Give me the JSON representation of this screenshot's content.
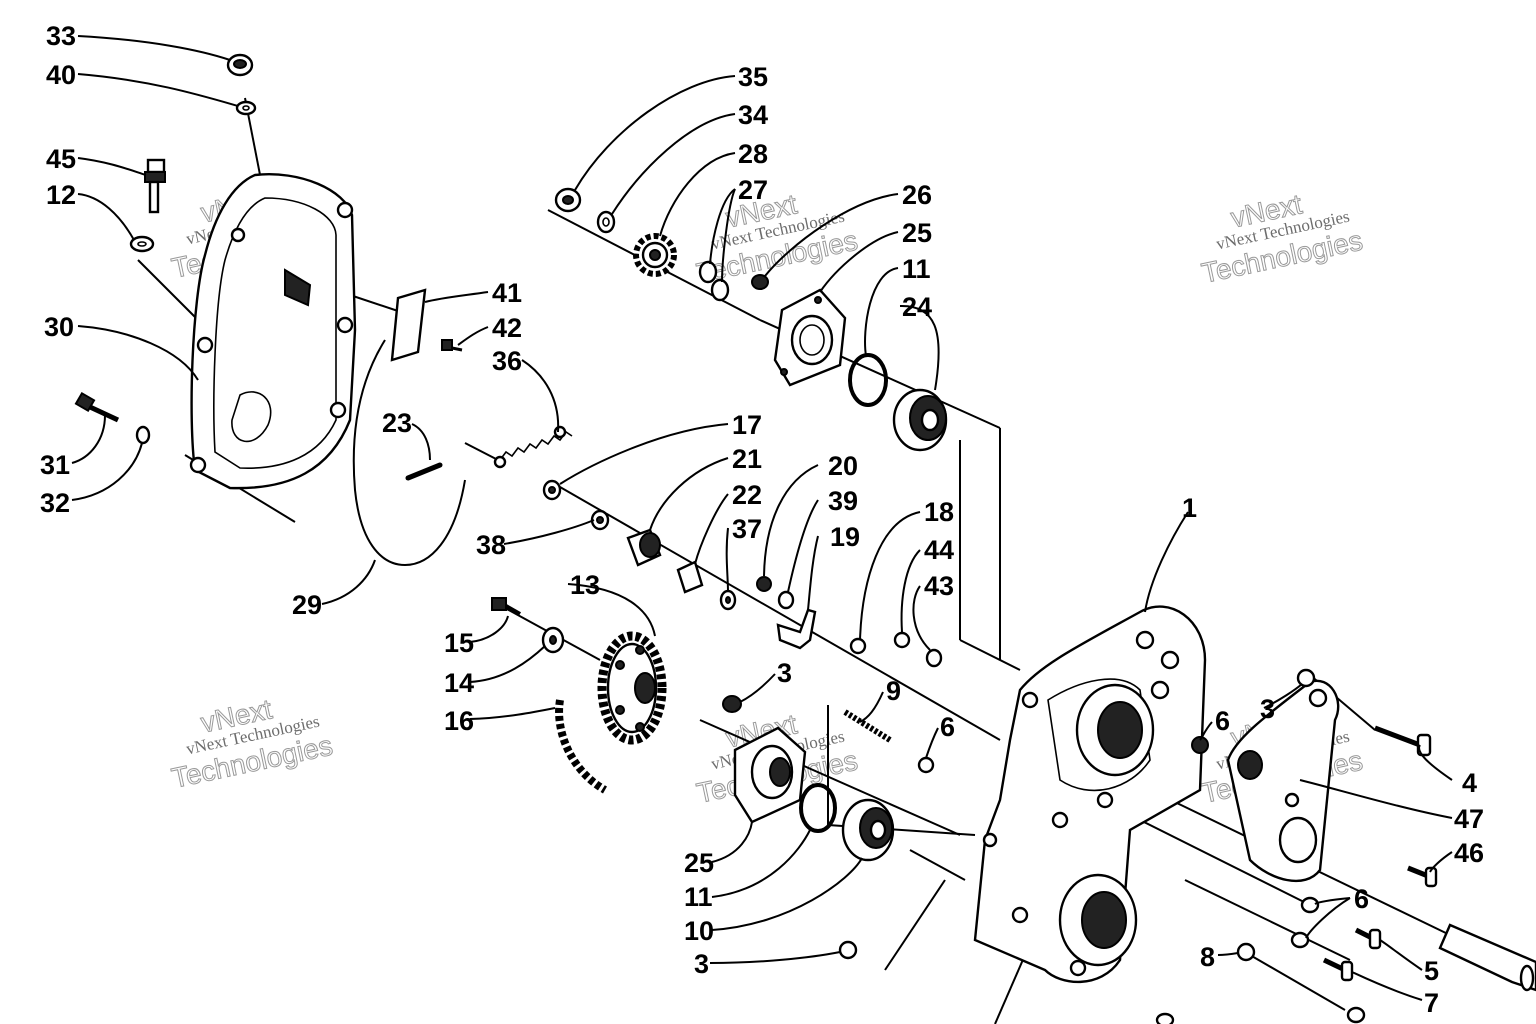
{
  "watermark": {
    "line1": "vNext",
    "line2": "vNext Technologies",
    "line3": "Technologies"
  },
  "callouts": {
    "c33": "33",
    "c40": "40",
    "c45": "45",
    "c12": "12",
    "c30": "30",
    "c31": "31",
    "c32": "32",
    "c41": "41",
    "c42": "42",
    "c36": "36",
    "c23": "23",
    "c29": "29",
    "c35": "35",
    "c34": "34",
    "c28": "28",
    "c27": "27",
    "c26": "26",
    "c25a": "25",
    "c11a": "11",
    "c24": "24",
    "c17": "17",
    "c21": "21",
    "c22": "22",
    "c38": "38",
    "c37": "37",
    "c20": "20",
    "c39": "39",
    "c19": "19",
    "c18": "18",
    "c44": "44",
    "c43": "43",
    "c1": "1",
    "c13": "13",
    "c15": "15",
    "c14": "14",
    "c16": "16",
    "c3a": "3",
    "c9": "9",
    "c6a": "6",
    "c6b": "6",
    "c3b": "3",
    "c4": "4",
    "c47": "47",
    "c46": "46",
    "c25b": "25",
    "c11b": "11",
    "c10": "10",
    "c3c": "3",
    "c6c": "6",
    "c8": "8",
    "c5": "5",
    "c7": "7"
  }
}
